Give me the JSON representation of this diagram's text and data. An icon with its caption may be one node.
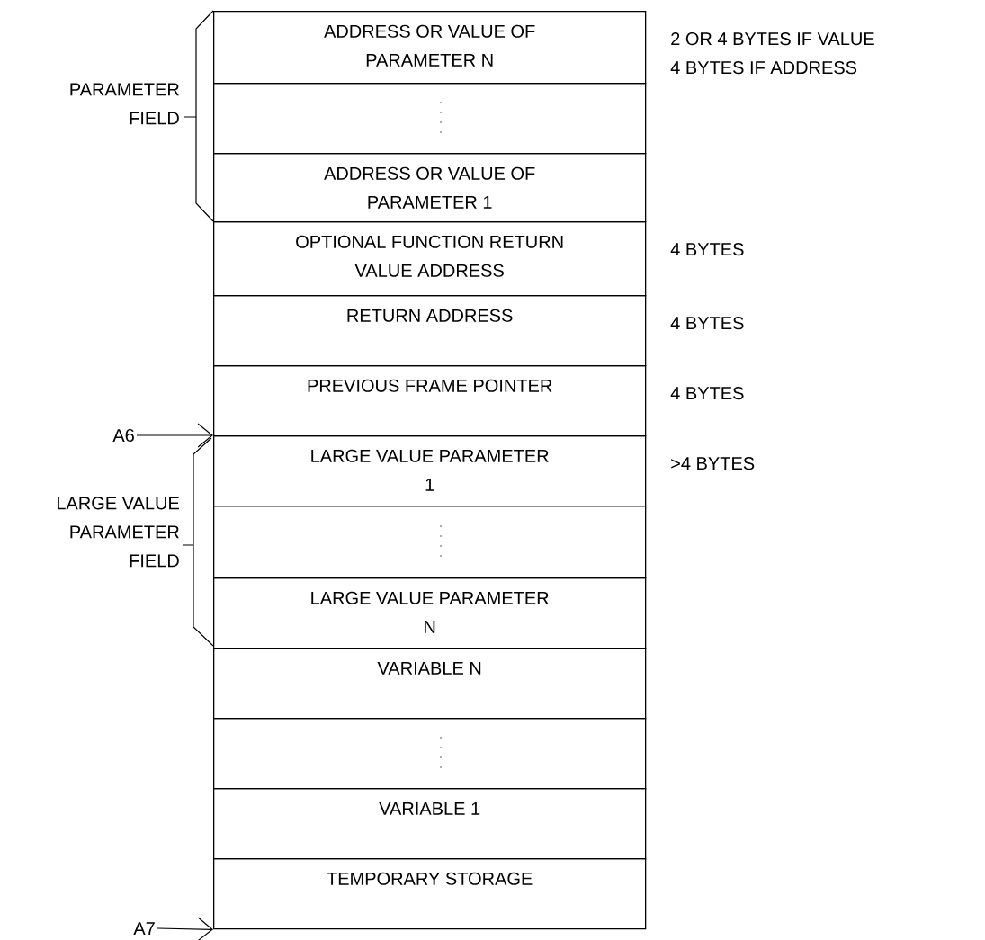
{
  "diagram": {
    "nodes": [
      {
        "text": [
          "ADDRESS OR VALUE OF PARAMETER N"
        ],
        "beside": [
          "2 OR 4 BYTES IF VALUE",
          "4 BYTES IF ADDRESS"
        ]
      },
      {
        "text": [],
        "shape": "box"
      },
      {
        "text": [
          "ADDRESS OR VALUE OF PARAMETER 1"
        ]
      },
      {
        "text": [
          "OPTIONAL FUNCTION RETURN VALUE ADDRESS"
        ],
        "beside": [
          "4 BYTES"
        ]
      },
      {
        "text": [
          "RETURN ADDRESS"
        ],
        "beside": [
          "4 BYTES"
        ]
      },
      {
        "text": [
          "PREVIOUS FRAME POINTER"
        ],
        "beside": [
          "4 BYTES"
        ]
      },
      {
        "text": [
          "LARGE VALUE PARAMETER 1"
        ],
        "beside": [
          ">4 BYTES"
        ]
      },
      {
        "text": [],
        "shape": "box"
      },
      {
        "text": [
          "LARGE VALUE PARAMETER N"
        ]
      },
      {
        "text": [
          "VARIABLE N"
        ]
      },
      {
        "text": [],
        "shape": "box"
      },
      {
        "text": [
          "VARIABLE 1"
        ]
      },
      {
        "text": [
          "TEMPORARY STORAGE"
        ]
      },
      {
        "text": [
          "A6"
        ]
      },
      {
        "text": [
          "A7"
        ]
      }
    ],
    "edges": [
      {
        "from": 13,
        "to": 6,
        "arrow": "to"
      },
      {
        "from": 14,
        "to": 12,
        "arrow": "to"
      }
    ],
    "labels": [
      "PARAMETER FIELD",
      "LARGE VALUE PARAMETER FIELD"
    ]
  }
}
